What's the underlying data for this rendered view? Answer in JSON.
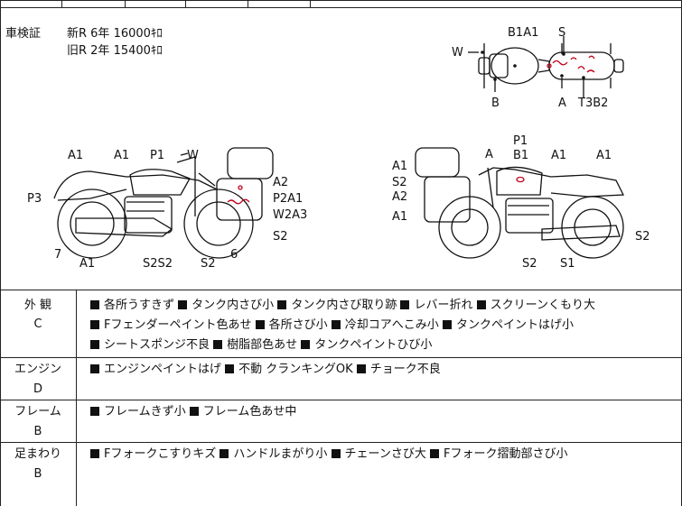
{
  "registration": {
    "label": "車検証",
    "new_line": "新R 6年 16000ｷﾛ",
    "old_line": "旧R 2年 15400ｷﾛ"
  },
  "diagram_labels": {
    "top": [
      "B1A1",
      "S",
      "W",
      "B",
      "A",
      "T3B2"
    ],
    "left": [
      "A1",
      "A1",
      "P1",
      "W",
      "P3",
      "A2",
      "P2A1",
      "W2A3",
      "S2",
      "7",
      "A1",
      "S2S2",
      "S2",
      "6"
    ],
    "right": [
      "P1",
      "A",
      "B1",
      "A1",
      "A1",
      "A1",
      "S2",
      "A2",
      "A1",
      "S2",
      "S2",
      "S1"
    ]
  },
  "sections": [
    {
      "name": "外 観",
      "grade": "C",
      "items": [
        "各所うすきず",
        "タンク内さび小",
        "タンク内さび取り跡",
        "レバー折れ",
        "スクリーンくもり大",
        "Fフェンダーペイント色あせ",
        "各所さび小",
        "冷却コアへこみ小",
        "タンクペイントはげ小",
        "シートスポンジ不良",
        "樹脂部色あせ",
        "タンクペイントひび小"
      ]
    },
    {
      "name": "エンジン",
      "grade": "D",
      "items": [
        "エンジンペイントはげ",
        "不動 クランキングOK",
        "チョーク不良"
      ]
    },
    {
      "name": "フレーム",
      "grade": "B",
      "items": [
        "フレームきず小",
        "フレーム色あせ中"
      ]
    },
    {
      "name": "足まわり",
      "grade": "B",
      "items": [
        "Fフォークこすりキズ",
        "ハンドルまがり小",
        "チェーンさび大",
        "Fフォーク摺動部さび小"
      ]
    }
  ]
}
